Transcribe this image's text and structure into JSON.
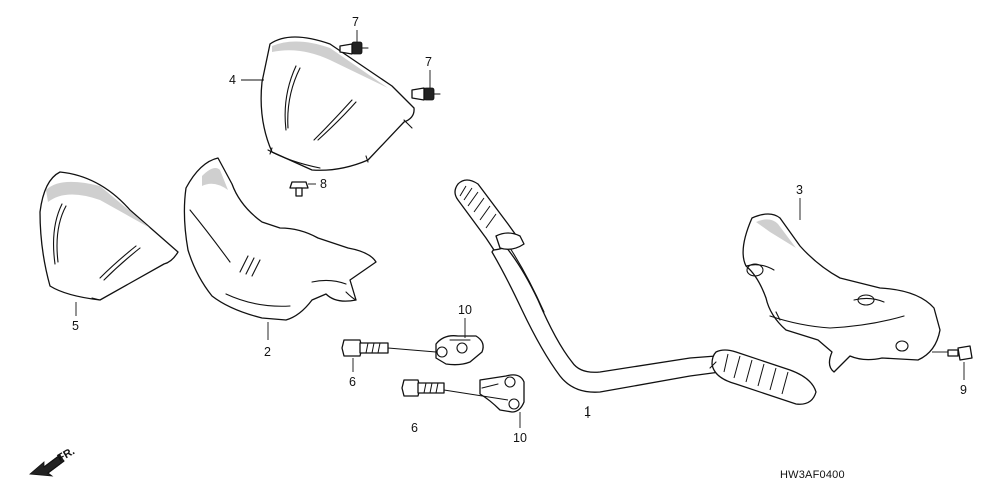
{
  "diagram": {
    "callouts": {
      "c1": "1",
      "c2": "2",
      "c3": "3",
      "c4": "4",
      "c5": "5",
      "c6a": "6",
      "c6b": "6",
      "c7a": "7",
      "c7b": "7",
      "c8": "8",
      "c9": "9",
      "c10a": "10",
      "c10b": "10"
    },
    "direction_marker": {
      "label": "FR.",
      "icon": "front-direction-arrow-icon"
    },
    "diagram_code": "HW3AF0400"
  }
}
